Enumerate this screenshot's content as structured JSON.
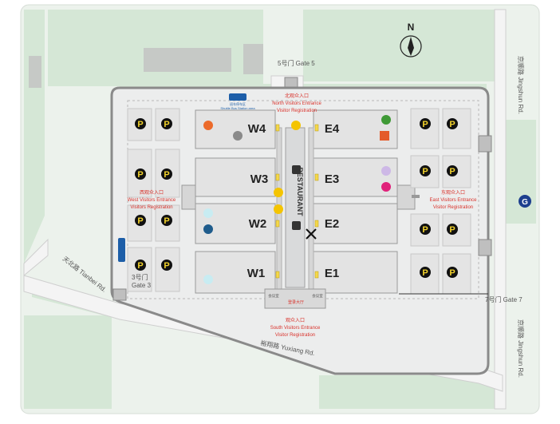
{
  "compass": {
    "label": "N"
  },
  "gates": {
    "gate5": "5号门 Gate 5",
    "gate3_cn": "3号门",
    "gate3_en": "Gate 3",
    "gate7": "7号门 Gate 7"
  },
  "roads": {
    "jingshun_top": "京顺路 Jingshun Rd.",
    "jingshun_bottom": "京顺路 Jingshun Rd.",
    "tianbei": "天北路 Tianbei Rd.",
    "yuxiang": "裕翔路 Yuxiang Rd."
  },
  "entrances": {
    "north": {
      "cn": "北观众入口",
      "en1": "North Visitors Entrance",
      "en2": "Visitor Registration"
    },
    "south": {
      "cn": "观众入口",
      "en1": "South Visitors Entrance",
      "en2": "Visitor Registration"
    },
    "west": {
      "cn": "西观众入口",
      "en1": "West Visitors Entrance",
      "en2": "Visitors Registration"
    },
    "east": {
      "cn": "东观众入口",
      "en1": "East Visitors Entrance",
      "en2": "Visitor Registration"
    }
  },
  "halls": {
    "west": [
      "W4",
      "W3",
      "W2",
      "W1"
    ],
    "east": [
      "E4",
      "E3",
      "E2",
      "E1"
    ]
  },
  "center": {
    "restaurant": "RESTAURANT",
    "lobby_cn": "登录大厅",
    "meeting_left": "会议室",
    "meeting_right": "会议室"
  },
  "parking": {
    "label": "P"
  },
  "shuttle": {
    "label": "班车停车区",
    "sub": "Shuttle Bus Station area"
  },
  "subway": {
    "label": "G"
  },
  "colors": {
    "grass": "#d6e8d7",
    "road": "#f2f2f2",
    "hall": "#e1e1e1",
    "accent_red": "#d9322b",
    "parking_black": "#111111",
    "parking_yellow": "#f2d22c",
    "marker_orange": "#ec6a2a",
    "marker_grey": "#8a8a8a",
    "marker_yellow": "#f4c400",
    "marker_lightblue": "#c8ecf2",
    "marker_navy": "#1f5c8c",
    "marker_green": "#3f9a36",
    "marker_lavender": "#cdb8e6",
    "marker_magenta": "#e0217a",
    "subway_blue": "#1d3f8e"
  }
}
